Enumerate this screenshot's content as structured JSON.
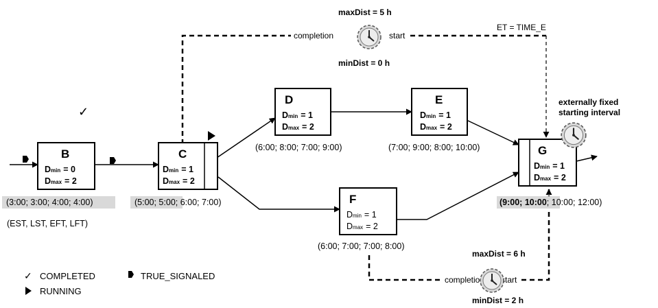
{
  "nodes": {
    "B": {
      "name": "B",
      "dmin_label": "D",
      "dmin_sub": "min",
      "dmin_val": "= 0",
      "dmax_label": "D",
      "dmax_sub": "max",
      "dmax_val": "= 2",
      "times": "(3:00; 3:00; 4:00; 4:00)"
    },
    "C": {
      "name": "C",
      "dmin_label": "D",
      "dmin_sub": "min",
      "dmin_val": "= 1",
      "dmax_label": "D",
      "dmax_sub": "max",
      "dmax_val": "= 2",
      "times": "(5:00; 5:00; 6:00; 7:00)"
    },
    "D": {
      "name": "D",
      "dmin_label": "D",
      "dmin_sub": "min",
      "dmin_val": "= 1",
      "dmax_label": "D",
      "dmax_sub": "max",
      "dmax_val": "= 2",
      "times": "(6:00; 8:00; 7:00; 9:00)"
    },
    "E": {
      "name": "E",
      "dmin_label": "D",
      "dmin_sub": "min",
      "dmin_val": "= 1",
      "dmax_label": "D",
      "dmax_sub": "max",
      "dmax_val": "= 2",
      "times": "(7:00; 9:00; 8:00; 10:00)"
    },
    "F": {
      "name": "F",
      "dmin_label": "D",
      "dmin_sub": "min",
      "dmin_val": "= 1",
      "dmax_label": "D",
      "dmax_sub": "max",
      "dmax_val": "= 2",
      "times": "(6:00; 7:00; 7:00; 8:00)"
    },
    "G": {
      "name": "G",
      "dmin_label": "D",
      "dmin_sub": "min",
      "dmin_val": "= 1",
      "dmax_label": "D",
      "dmax_sub": "max",
      "dmax_val": "= 2",
      "times_bold": "(9:00; 10:00",
      "times_rest": "; 10:00; 12:00)"
    }
  },
  "time_legend": "(EST, LST, EFT, LFT)",
  "top_constraint": {
    "max": "maxDist = 5 h",
    "min": "minDist = 0 h",
    "completion": "completion",
    "start": "start"
  },
  "bottom_constraint": {
    "max": "maxDist = 6 h",
    "min": "minDist = 2 h",
    "completion": "completion",
    "start": "start"
  },
  "et_label": "ET = TIME_E",
  "external_label_1": "externally fixed",
  "external_label_2": "starting interval",
  "legend": {
    "completed": "COMPLETED",
    "true_signaled": "TRUE_SIGNALED",
    "running": "RUNNING"
  },
  "icons": [
    "check-icon",
    "true-signaled-marker-icon",
    "running-marker-icon",
    "clock-icon"
  ],
  "colors": {
    "time_highlight": "#d9d9d9",
    "line": "#000000",
    "clock_face": "#d8d8d8"
  }
}
